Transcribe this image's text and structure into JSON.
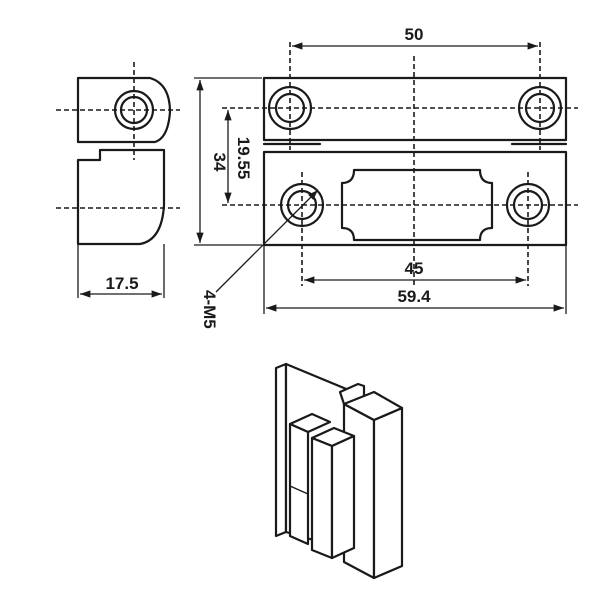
{
  "dimensions": {
    "top_hole_spacing": "50",
    "height": "34",
    "vertical_offset": "19.55",
    "side_depth": "17.5",
    "bottom_hole_spacing": "45",
    "overall_width": "59.4",
    "thread_callout": "4-M5"
  }
}
